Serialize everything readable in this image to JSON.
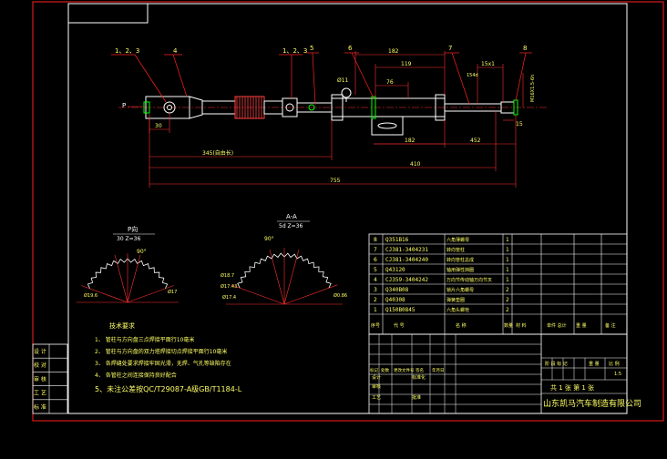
{
  "colors": {
    "background": "#000000",
    "border_red": "#ff2020",
    "line_white": "#ffffff",
    "geometry_green": "#00ff00",
    "dimension_red": "#ff3030",
    "leader_red": "#ff2020",
    "text_yellow": "#ffff66",
    "hatch_red": "#ff4040",
    "cyan": "#00ffff",
    "title_green": "#40ff40"
  },
  "balloons": [
    "1、2、3",
    "4",
    "1、2、3",
    "5",
    "6",
    "7",
    "8"
  ],
  "section_labels": {
    "left_view": "P向",
    "left_spec": "30 Z=36",
    "right_view": "A-A",
    "right_spec": "5d Z=36",
    "p_arrow": "P"
  },
  "dimensions": {
    "d30": "30",
    "d182_top": "182",
    "d119": "119",
    "d76": "76",
    "d182_bot": "182",
    "d452": "452",
    "d410": "410",
    "d345": "345(自由长)",
    "d755": "755",
    "d15": "15",
    "d15b": "15x1",
    "dM": "M16X1.5-6h",
    "d_phi": "Ø11",
    "d154": "154d",
    "ang90a": "90°",
    "ang90b": "90°",
    "phi_left1": "Ø19.6",
    "phi_left2": "Ø17",
    "phi_right1": "Ø18.7",
    "phi_right2": "Ø17.43",
    "phi_right3": "Ø17.4",
    "phi_right4": "Ø0.86"
  },
  "tech_requirements": {
    "title": "技术要求",
    "items": [
      "1、 管柱与方向盘三点焊接平面行10毫米",
      "2、 管柱与方向盘的双力塔焊接切点焊接平面行10毫米",
      "3、 各焊缝处要求焊接牢固光滑，无焊、气孔等缺陷存在",
      "4、 各管柱之间连接保持良好配合",
      "5、未注公差按QC/T29087-A级GB/T1184-L"
    ]
  },
  "bom": {
    "rows": [
      {
        "no": "8",
        "code": "Q351B16",
        "name": "六角薄螺母",
        "qty": "1"
      },
      {
        "no": "7",
        "code": "CJ381-3404231",
        "name": "转向管柱",
        "qty": "1"
      },
      {
        "no": "6",
        "code": "CJ381-3404240",
        "name": "转向管柱总成",
        "qty": "1"
      },
      {
        "no": "5",
        "code": "Q43120",
        "name": "轴用弹性挡圈",
        "qty": "1"
      },
      {
        "no": "4",
        "code": "CJ359-3404242",
        "name": "万向节传动轴万向节叉",
        "qty": "1"
      },
      {
        "no": "3",
        "code": "Q340B08",
        "name": "锁片六角螺母",
        "qty": "2"
      },
      {
        "no": "2",
        "code": "Q40308",
        "name": "弹簧垫圈",
        "qty": "2"
      },
      {
        "no": "1",
        "code": "Q150B0845",
        "name": "六角头螺栓",
        "qty": "2"
      }
    ],
    "headers": [
      "序号",
      "代 号",
      "名 称",
      "数量",
      "材 料",
      "单件 总计",
      "重 量",
      "备 注"
    ]
  },
  "title_block": {
    "company": "山东凯马汽车制造有限公司",
    "sheet": "共 1 张   第 1 张",
    "scale_labels": [
      "阶 段 标 记",
      "重 量",
      "比 例"
    ],
    "scale_value": "1:5",
    "sign_rows": [
      "标记",
      "处数",
      "更改文件号",
      "签名",
      "年月日"
    ],
    "design": "设计",
    "standardize": "标准化",
    "audit": "审核",
    "craft": "工艺",
    "approve": "批准",
    "left_stamps": [
      "设 计",
      "校 对",
      "审 核",
      "工 艺",
      "标 准"
    ]
  }
}
